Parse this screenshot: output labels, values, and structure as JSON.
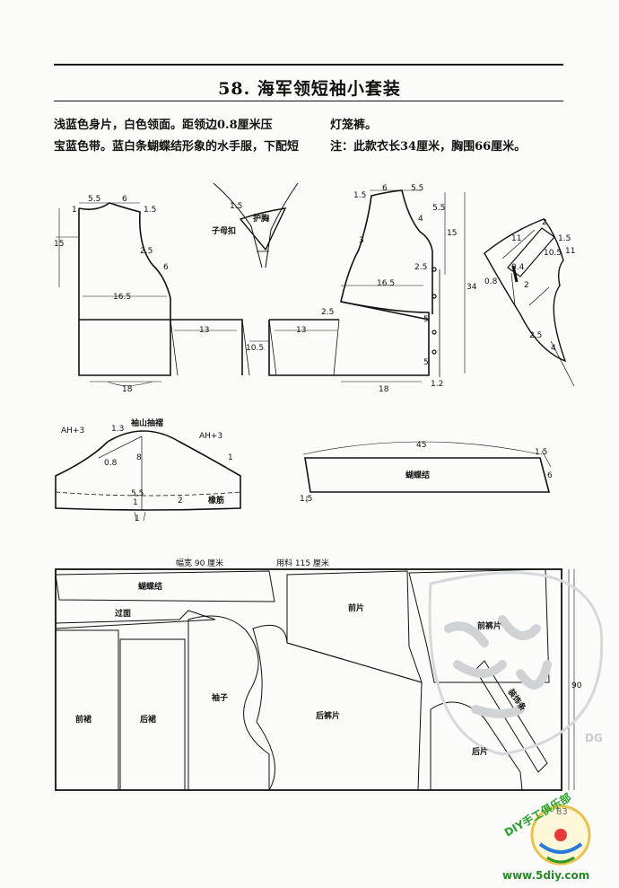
{
  "title": "58. 海军领短袖小套装",
  "intro": {
    "left_line1": "浅蓝色身片，白色领面。距领边0.8厘米压",
    "left_line2": "宝蓝色带。蓝白条蝴蝶结形象的水手服，下配短",
    "right_line1": "灯笼裤。",
    "right_line2": "注：此款衣长34厘米，胸围66厘米。"
  },
  "back_bodice": {
    "m_5_5": "5.5",
    "m_6": "6",
    "m_1": "1",
    "m_1_5": "1.5",
    "m_15": "15",
    "m_2_5": "2.5",
    "m_6b": "6",
    "m_16_5": "16.5",
    "m_13": "13",
    "m_18": "18",
    "m_10_5": "10.5"
  },
  "front_piece": {
    "m_1_5": "1.5",
    "label_hu": "护胸",
    "label_zi": "子母扣"
  },
  "front_bodice": {
    "m_1_5": "1.5",
    "m_6": "6",
    "m_5_5": "5.5",
    "m_4": "4",
    "m_5_5b": "5.5",
    "m_15": "15",
    "m_34": "34",
    "m_3": "3",
    "m_2_5": "2.5",
    "m_16_5": "16.5",
    "m_2_5b": "2.5",
    "m_13": "13",
    "m_5": "5",
    "m_5b": "5",
    "m_18": "18",
    "m_1_2": "1.2"
  },
  "collar": {
    "m_2": "2",
    "m_11": "11",
    "m_1_5": "1.5",
    "m_10_5": "10.5",
    "m_11b": "11",
    "m_0_4": "0.4",
    "m_0_8": "0.8",
    "m_2b": "2",
    "m_2_5": "2.5",
    "m_4": "4"
  },
  "sleeve": {
    "title": "袖山抽褶",
    "ah_left": "AH+3",
    "ah_right": "AH+3",
    "m_1_3": "1.3",
    "m_0_8": "0.8",
    "m_8": "8",
    "m_1": "1",
    "m_5_5": "5.5",
    "m_1b": "1",
    "m_2": "2",
    "m_band": "橡筋",
    "m_1c": "1"
  },
  "bow": {
    "m_45": "45",
    "m_1_5": "1.5",
    "m_6": "6",
    "label": "蝴蝶结",
    "m_1_5b": "1.5"
  },
  "layout": {
    "width_label": "幅宽 90 厘米",
    "fabric_label": "用料 115 厘米",
    "p_bow": "蝴蝶结",
    "p_facing": "过面",
    "p_front_pants": "前裤片",
    "p_front": "前片",
    "p_front_skirt": "前裙",
    "p_back_skirt": "后裙",
    "p_sleeve": "袖子",
    "p_back_pants": "后裤片",
    "p_strip": "装饰条",
    "p_back": "后片",
    "m_90": "90"
  },
  "watermark": {
    "dg": "DG",
    "club": "DIY手工俱乐部"
  },
  "page_number": "83",
  "footer_url": "www.5diy.com"
}
